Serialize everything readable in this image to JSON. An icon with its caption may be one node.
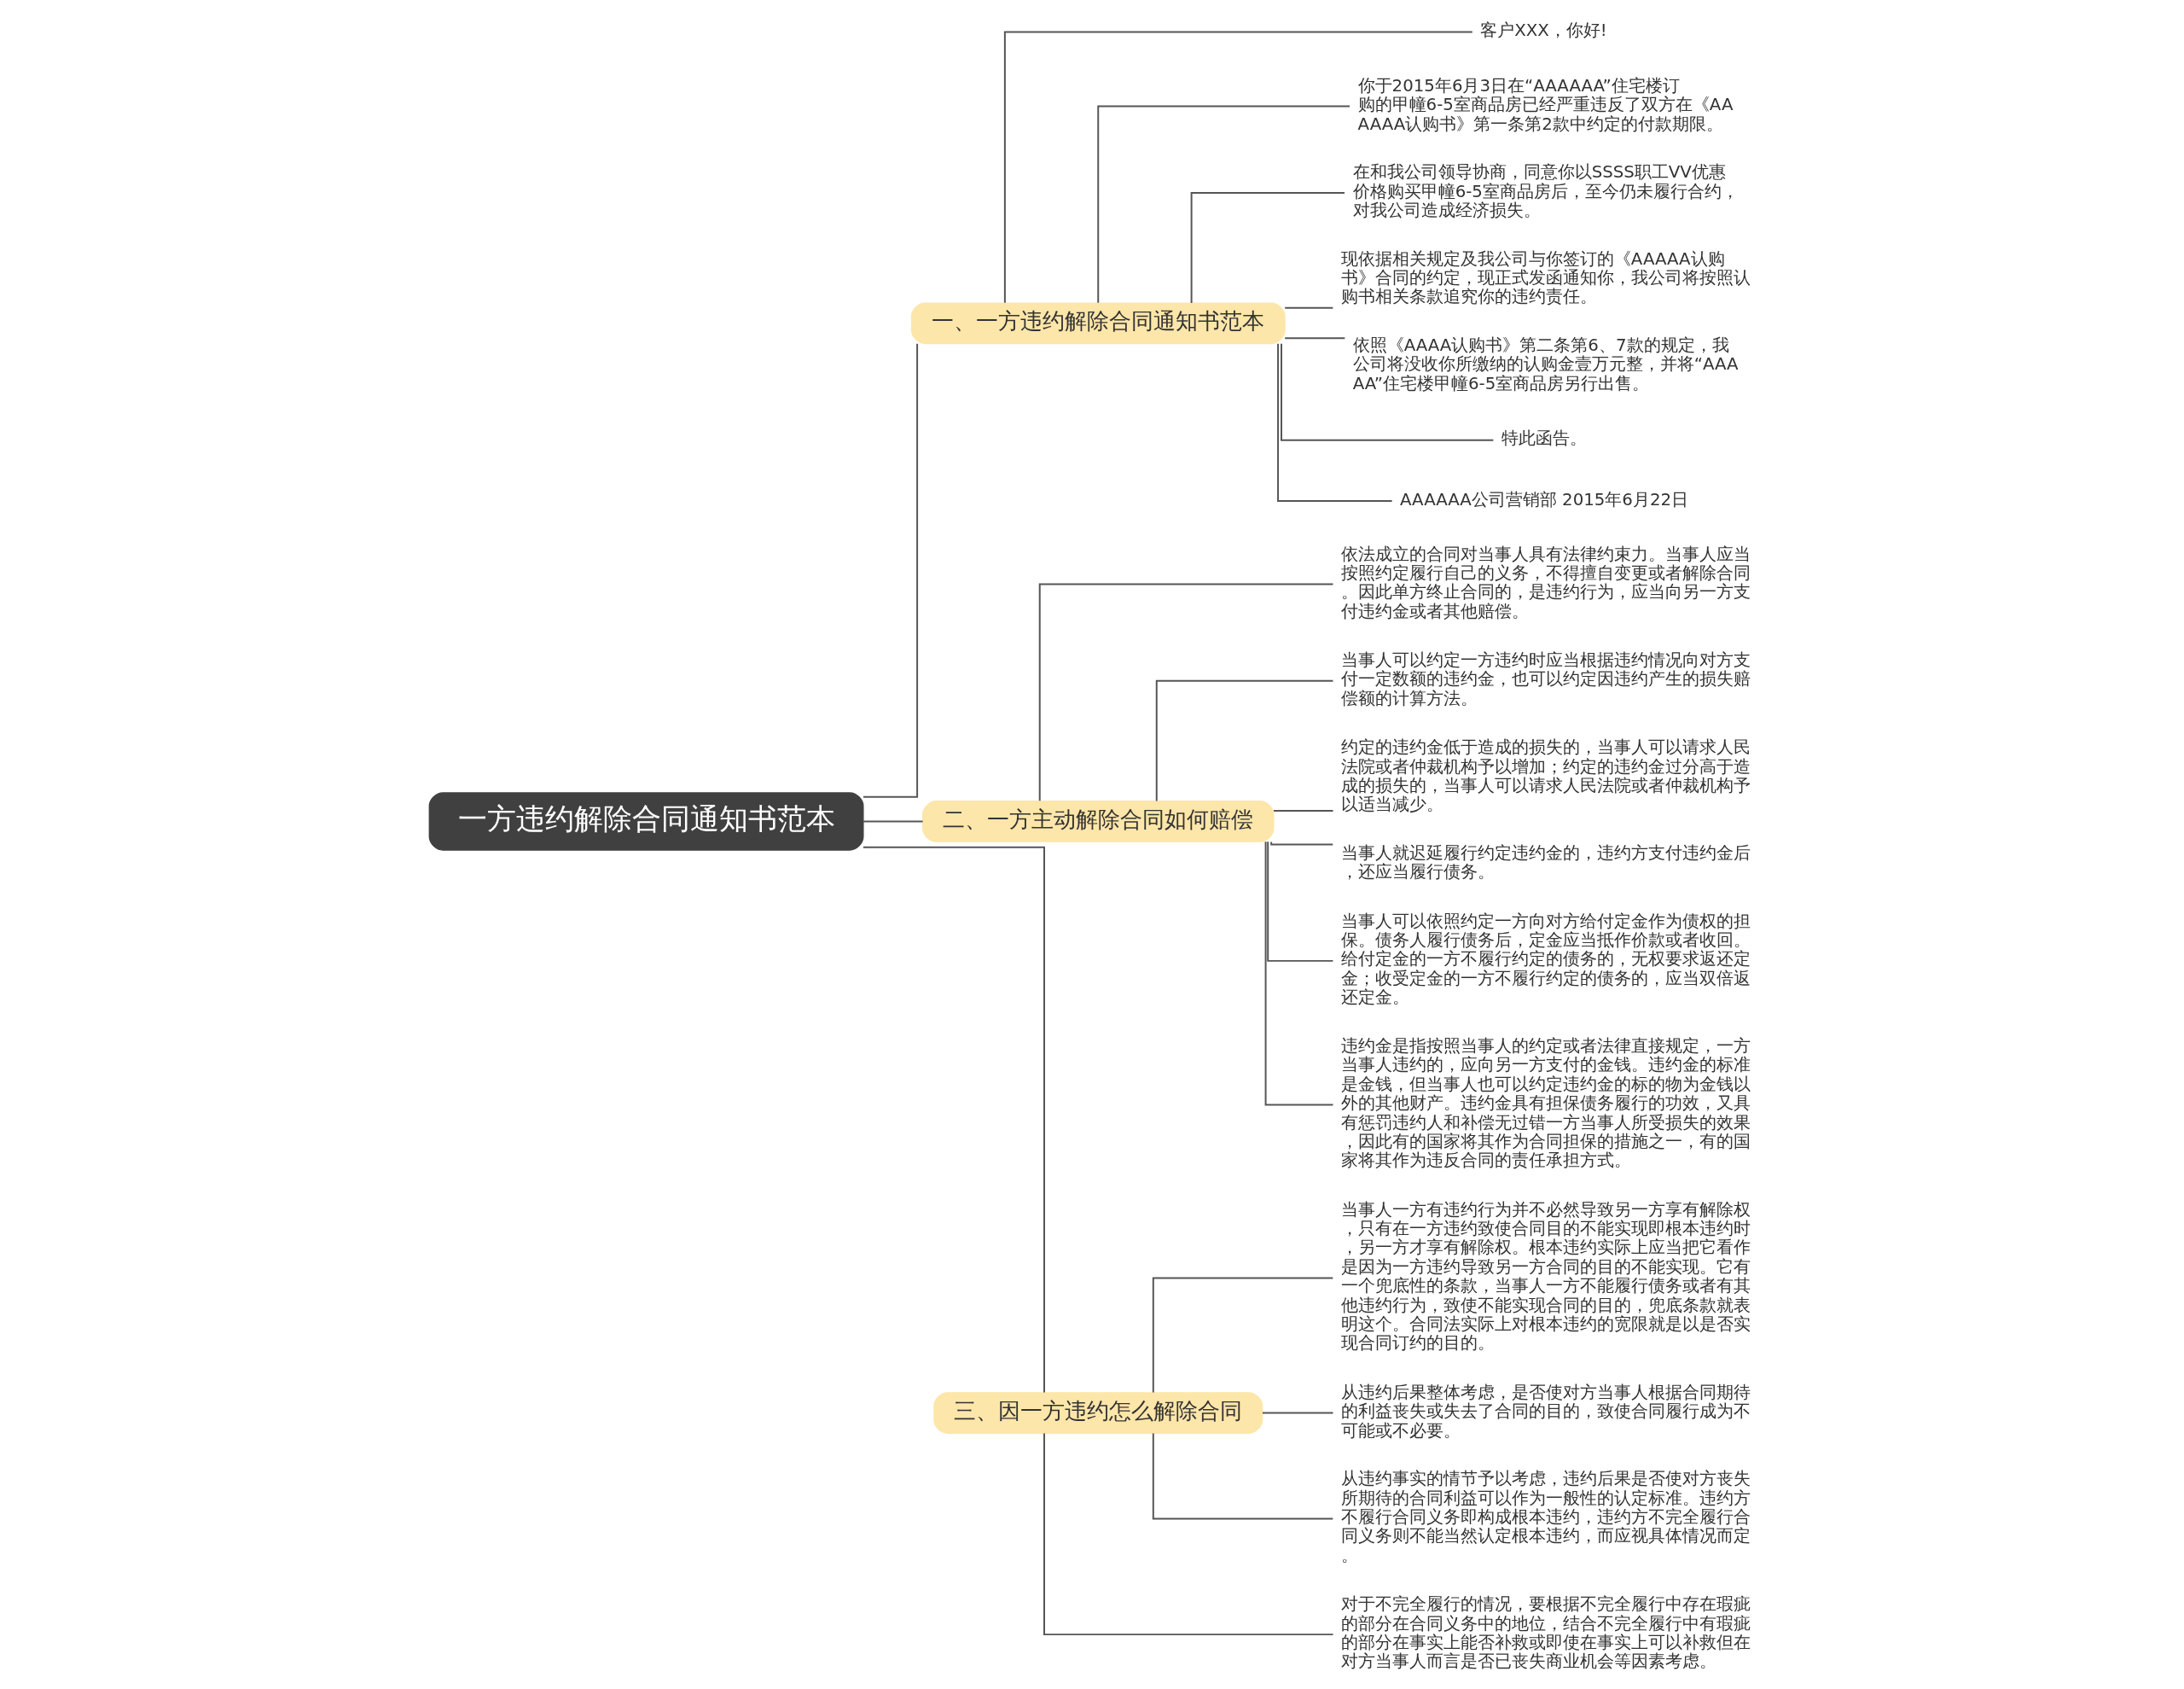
{
  "diagram": {
    "nodes": [
      {
        "text": [
          "一方违约解除合同通知书范本"
        ]
      },
      {
        "text": [
          "一、一方违约解除合同通知书范本"
        ]
      },
      {
        "text": [
          "客户XXX，你好!"
        ]
      },
      {
        "text": [
          "你于2015年6月3日在“AAAAAA”住宅楼订购的甲幢6-5室商品房已经严重违反了双方在《AAAAAA认购书》第一条第2款中约定的付款期限。"
        ]
      },
      {
        "text": [
          "在和我公司领导协商，同意你以SSSS职工VV优惠价格购买甲幢6-5室商品房后，至今仍未履行合约，对我公司造成经济损失。"
        ]
      },
      {
        "text": [
          "现依据相关规定及我公司与你签订的《AAAAA认购书》合同的约定，现正式发函通知你，我公司将按照认购书相关条款追究你的违约责任。"
        ]
      },
      {
        "text": [
          "依照《AAAA认购书》第二条第6、7款的规定，我公司将没收你所缴纳的认购金壹万元整，并将“AAAAA”住宅楼甲幢6-5室商品房另行出售。"
        ]
      },
      {
        "text": [
          "特此函告。"
        ]
      },
      {
        "text": [
          "AAAAAA公司营销部 2015年6月22日"
        ]
      },
      {
        "text": [
          "二、一方主动解除合同如何赔偿"
        ]
      },
      {
        "text": [
          "依法成立的合同对当事人具有法律约束力。当事人应当按照约定履行自己的义务，不得擅自变更或者解除合同。因此单方终止合同的，是违约行为，应当向另一方支付违约金或者其他赔偿。"
        ]
      },
      {
        "text": [
          "当事人可以约定一方违约时应当根据违约情况向对方支付一定数额的违约金，也可以约定因违约产生的损失赔偿额的计算方法。"
        ]
      },
      {
        "text": [
          "约定的违约金低于造成的损失的，当事人可以请求人民法院或者仲裁机构予以增加；约定的违约金过分高于造成的损失的，当事人可以请求人民法院或者仲裁机构予以适当减少。"
        ]
      },
      {
        "text": [
          "当事人就迟延履行约定违约金的，违约方支付违约金后，还应当履行债务。"
        ]
      },
      {
        "text": [
          "当事人可以依照约定一方向对方给付定金作为债权的担保。债务人履行债务后，定金应当抵作价款或者收回。给付定金的一方不履行约定的债务的，无权要求返还定金；收受定金的一方不履行约定的债务的，应当双倍返还定金。"
        ]
      },
      {
        "text": [
          "违约金是指按照当事人的约定或者法律直接规定，一方当事人违约的，应向另一方支付的金钱。违约金的标准是金钱，但当事人也可以约定违约金的标的物为金钱以外的其他财产。违约金具有担保债务履行的功效，又具有惩罚违约人和补偿无过错一方当事人所受损失的效果，因此有的国家将其作为合同担保的措施之一，有的国家将其作为违反合同的责任承担方式。"
        ]
      },
      {
        "text": [
          "三、因一方违约怎么解除合同"
        ]
      },
      {
        "text": [
          "当事人一方有违约行为并不必然导致另一方享有解除权，只有在一方违约致使合同目的不能实现即根本违约时，另一方才享有解除权。根本违约实际上应当把它看作是因为一方违约导致另一方合同的目的不能实现。它有一个兜底性的条款，当事人一方不能履行债务或者有其他违约行为，致使不能实现合同的目的，兜底条款就表明这个。合同法实际上对根本违约的宽限就是以是否实现合同订约的目的。"
        ]
      },
      {
        "text": [
          "从违约后果整体考虑，是否使对方当事人根据合同期待的利益丧失或失去了合同的目的，致使合同履行成为不可能或不必要。"
        ]
      },
      {
        "text": [
          "从违约事实的情节予以考虑，违约后果是否使对方丧失所期待的合同利益可以作为一般性的认定标准。违约方不履行合同义务即构成根本违约，违约方不完全履行合同义务则不能当然认定根本违约，而应视具体情况而定。"
        ]
      },
      {
        "text": [
          "对于不完全履行的情况，要根据不完全履行中存在瑕疵的部分在合同义务中的地位，结合不完全履行中有瑕疵的部分在事实上能否补救或即使在事实上可以补救但在对方当事人而言是否已丧失商业机会等因素考虑。"
        ]
      }
    ],
    "edges": [
      {
        "from": 0,
        "to": 1,
        "arrow": "none"
      },
      {
        "from": 1,
        "to": 2,
        "arrow": "none"
      },
      {
        "from": 1,
        "to": 3,
        "arrow": "none"
      },
      {
        "from": 1,
        "to": 4,
        "arrow": "none"
      },
      {
        "from": 1,
        "to": 5,
        "arrow": "none"
      },
      {
        "from": 1,
        "to": 6,
        "arrow": "none"
      },
      {
        "from": 1,
        "to": 7,
        "arrow": "none"
      },
      {
        "from": 1,
        "to": 8,
        "arrow": "none"
      },
      {
        "from": 0,
        "to": 9,
        "arrow": "none"
      },
      {
        "from": 9,
        "to": 10,
        "arrow": "none"
      },
      {
        "from": 9,
        "to": 11,
        "arrow": "none"
      },
      {
        "from": 9,
        "to": 12,
        "arrow": "none"
      },
      {
        "from": 9,
        "to": 13,
        "arrow": "none"
      },
      {
        "from": 9,
        "to": 14,
        "arrow": "none"
      },
      {
        "from": 9,
        "to": 15,
        "arrow": "none"
      },
      {
        "from": 0,
        "to": 16,
        "arrow": "none"
      },
      {
        "from": 16,
        "to": 17,
        "arrow": "none"
      },
      {
        "from": 16,
        "to": 18,
        "arrow": "none"
      },
      {
        "from": 16,
        "to": 19,
        "arrow": "none"
      },
      {
        "from": 16,
        "to": 20,
        "arrow": "none"
      }
    ]
  }
}
